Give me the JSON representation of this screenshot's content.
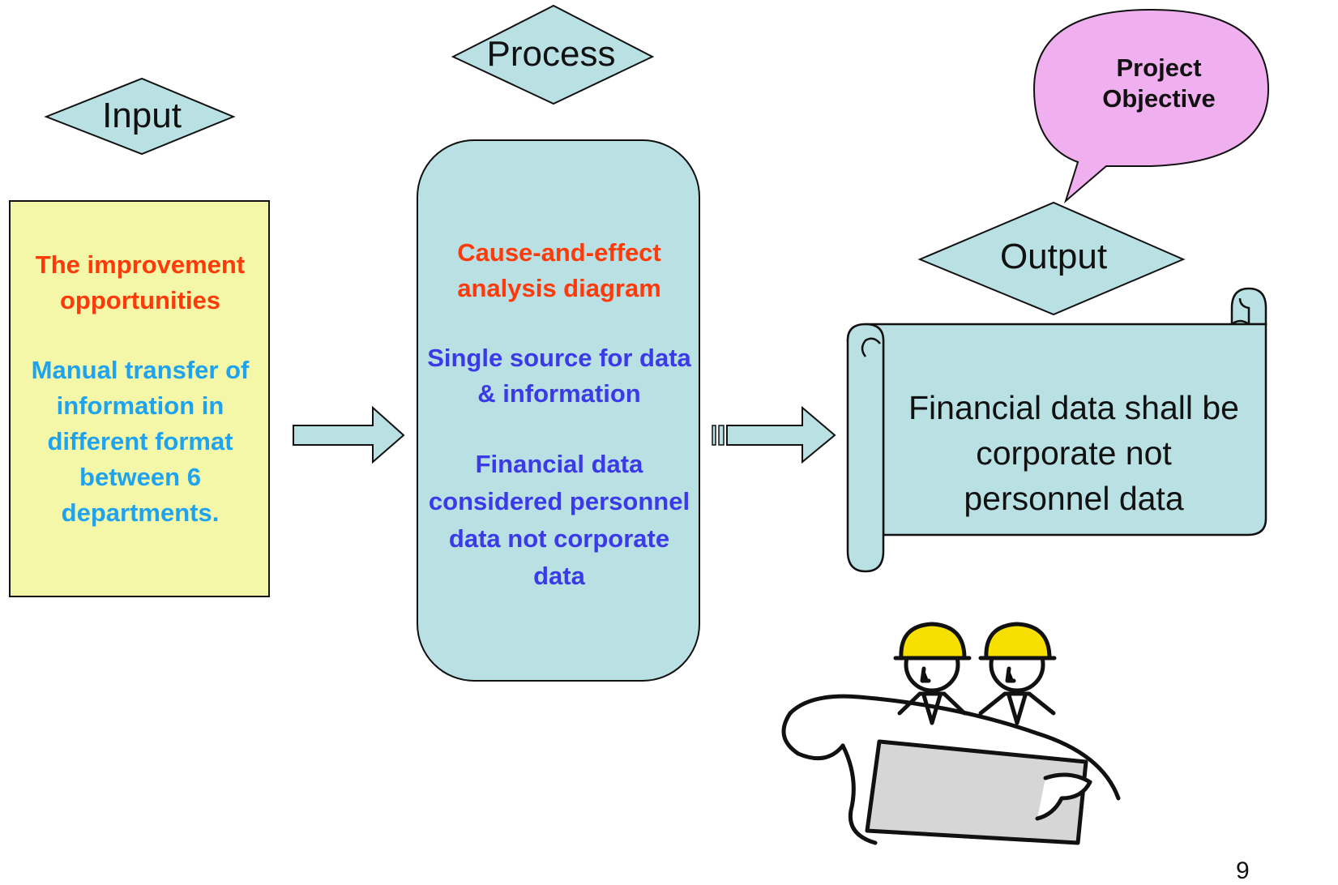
{
  "diagram": {
    "stages": {
      "input": {
        "label": "Input"
      },
      "process": {
        "label": "Process"
      },
      "output": {
        "label": "Output"
      }
    },
    "input_box": {
      "heading": "The improvement opportunities",
      "body": "Manual transfer of information in different format between 6 departments."
    },
    "process_box": {
      "heading": "Cause-and-effect analysis diagram",
      "item1": "Single source for data & information",
      "item2": "Financial data considered personnel data not corporate data"
    },
    "output_scroll": {
      "text": "Financial data shall be corporate not personnel data"
    },
    "callout": {
      "text": "Project Objective"
    },
    "page_number": "9",
    "colors": {
      "teal_fill": "#b9e0e3",
      "yellow_fill": "#f5f7a8",
      "pink_fill": "#f0b0ef",
      "red_text": "#ff3a0a",
      "sky_text": "#1ea3f0",
      "blue_text": "#3a3ae8"
    },
    "clipart": "engineers-with-blueprint"
  }
}
